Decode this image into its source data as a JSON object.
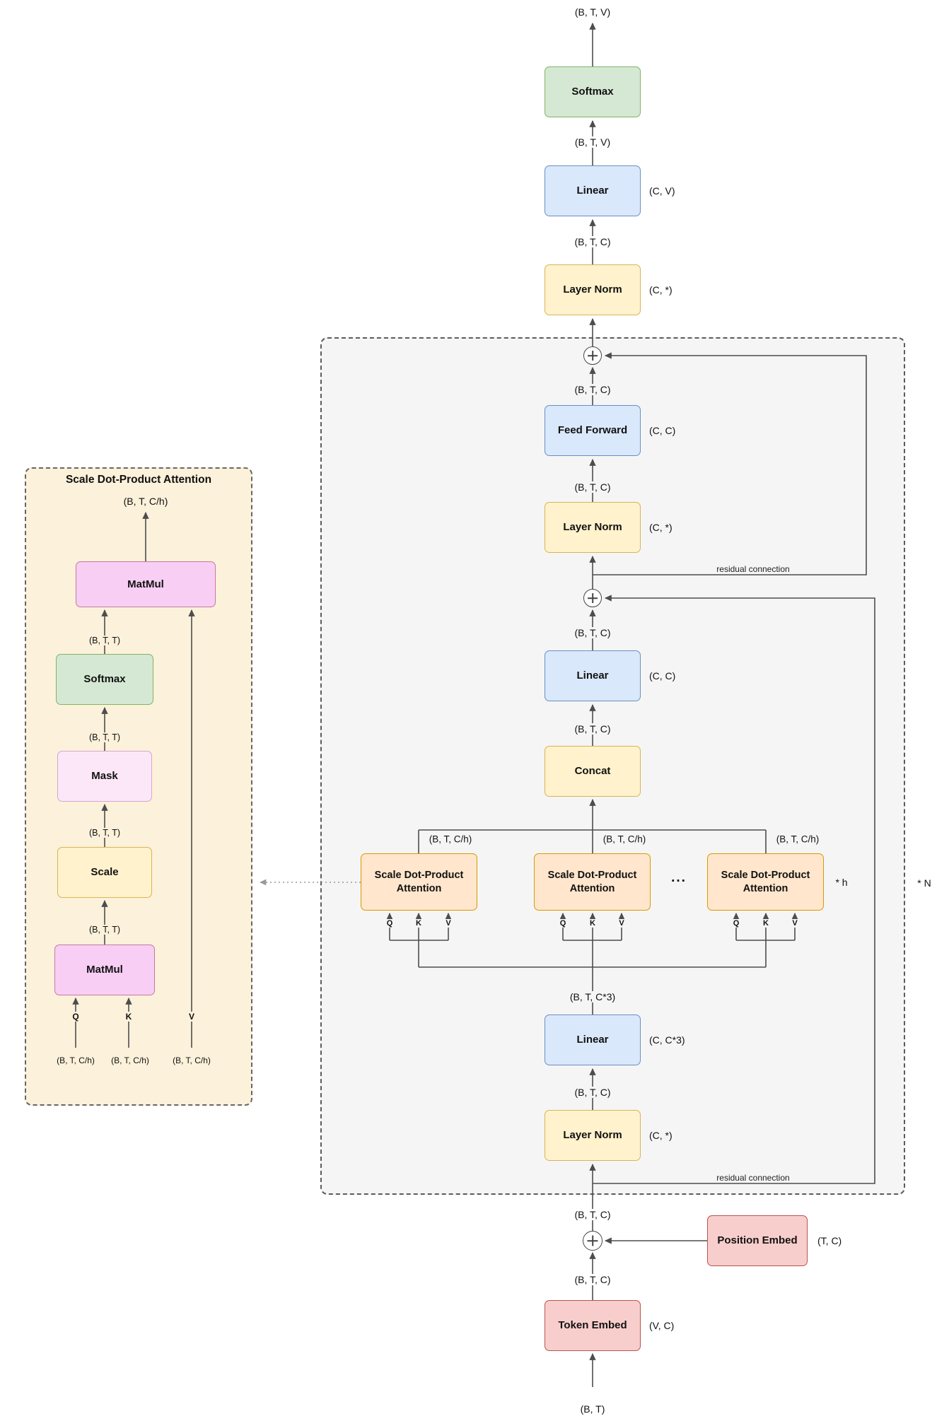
{
  "panel": {
    "title": "Scale Dot-Product Attention",
    "output": "(B, T, C/h)",
    "matmul_top": "MatMul",
    "btt_1": "(B, T, T)",
    "softmax": "Softmax",
    "btt_2": "(B, T, T)",
    "mask": "Mask",
    "btt_3": "(B, T, T)",
    "scale": "Scale",
    "btt_4": "(B, T, T)",
    "matmul_bottom": "MatMul",
    "q": "Q",
    "k": "K",
    "v": "V",
    "input_q": "(B, T, C/h)",
    "input_k": "(B, T, C/h)",
    "input_v": "(B, T, C/h)"
  },
  "main": {
    "output_top": "(B, T, V)",
    "softmax": "Softmax",
    "btv": "(B, T, V)",
    "linear_head": "Linear",
    "linear_head_param": "(C, V)",
    "btc_1": "(B, T, C)",
    "layer_norm_final": "Layer Norm",
    "layer_norm_final_param": "(C, *)",
    "btc_2": "(B, T, C)",
    "feed_forward": "Feed Forward",
    "feed_forward_param": "(C, C)",
    "btc_3": "(B, T, C)",
    "layer_norm_ff": "Layer Norm",
    "layer_norm_ff_param": "(C, *)",
    "residual_ff": "residual connection",
    "btc_4": "(B, T, C)",
    "linear_proj": "Linear",
    "linear_proj_param": "(C, C)",
    "btc_5": "(B, T, C)",
    "concat": "Concat",
    "head_out_1": "(B, T, C/h)",
    "head_out_2": "(B, T, C/h)",
    "head_out_3": "(B, T, C/h)",
    "heads": [
      {
        "line1": "Scale Dot-Product",
        "line2": "Attention",
        "q": "Q",
        "k": "K",
        "v": "V"
      },
      {
        "line1": "Scale Dot-Product",
        "line2": "Attention",
        "q": "Q",
        "k": "K",
        "v": "V"
      },
      {
        "line1": "Scale Dot-Product",
        "line2": "Attention",
        "q": "Q",
        "k": "K",
        "v": "V"
      }
    ],
    "dots": "...",
    "times_h": "* h",
    "times_n": "* N",
    "btc3": "(B, T, C*3)",
    "linear_qkv": "Linear",
    "linear_qkv_param": "(C, C*3)",
    "btc_6": "(B, T, C)",
    "layer_norm_attn": "Layer Norm",
    "layer_norm_attn_param": "(C, *)",
    "residual_attn": "residual connection",
    "btc_7": "(B, T, C)",
    "position_embed": "Position Embed",
    "position_embed_param": "(T, C)",
    "btc_8": "(B, T, C)",
    "token_embed": "Token Embed",
    "token_embed_param": "(V, C)",
    "bt_input": "(B, T)"
  },
  "colors": {
    "green_fill": "#d5e8d4",
    "blue_fill": "#dae8fc",
    "yellow_fill": "#fff2cc",
    "orange_fill": "#ffe6cc",
    "red_fill": "#f8cecc",
    "pink_fill": "#f8cef5",
    "block_fill": "#f5f5f5",
    "panel_fill": "#fcf1da"
  }
}
